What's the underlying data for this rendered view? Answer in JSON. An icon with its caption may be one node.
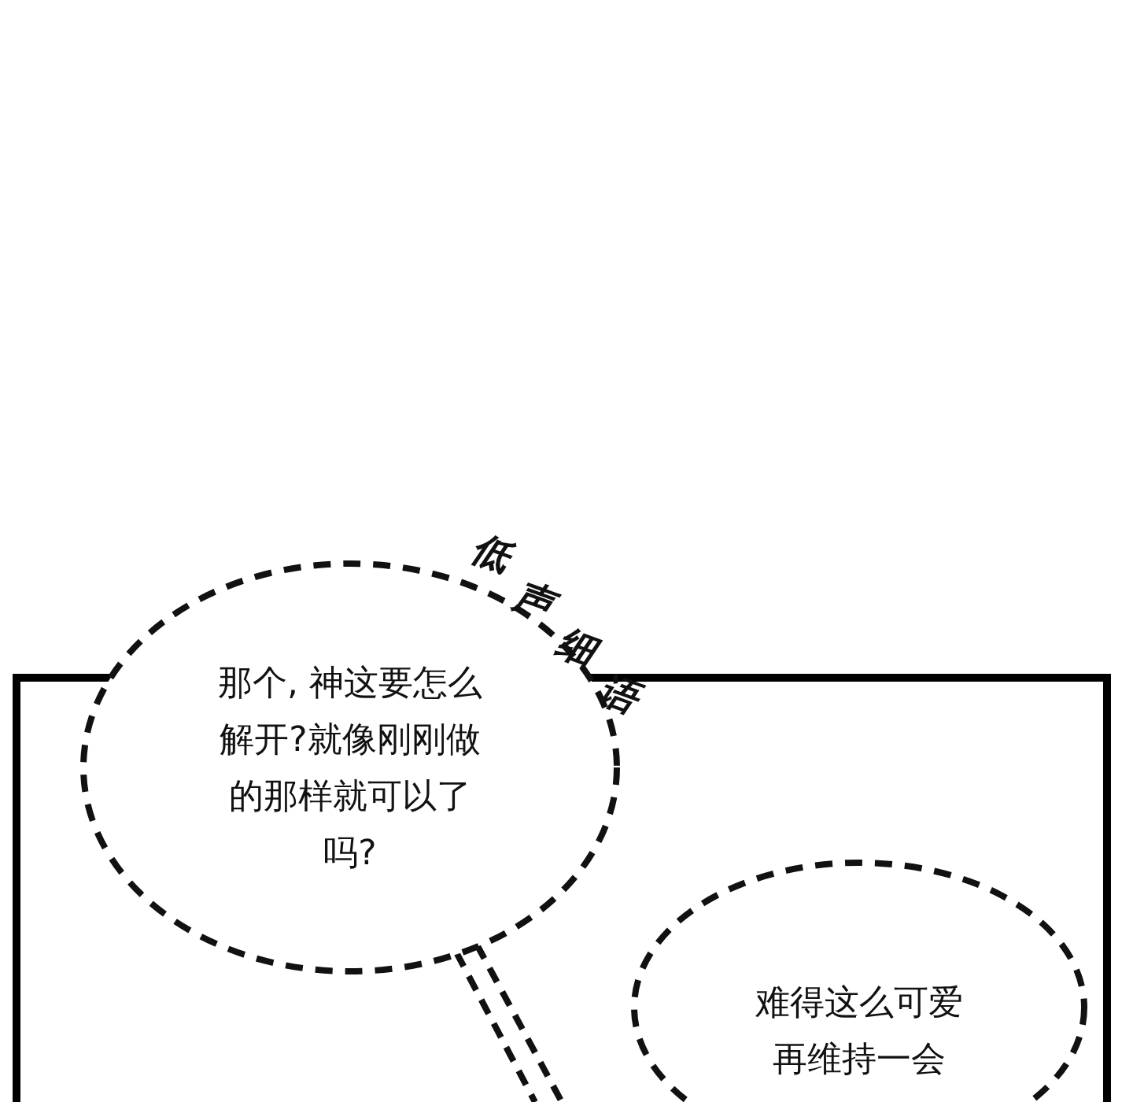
{
  "diagram": {
    "nodes": [
      {
        "text": [
          "那个, 神这要怎么解开?就像刚刚做的那样就可以了吗?"
        ],
        "beside": [
          "低声细语"
        ]
      },
      {
        "text": [
          "难得这么可爱再维持一会"
        ]
      }
    ]
  }
}
